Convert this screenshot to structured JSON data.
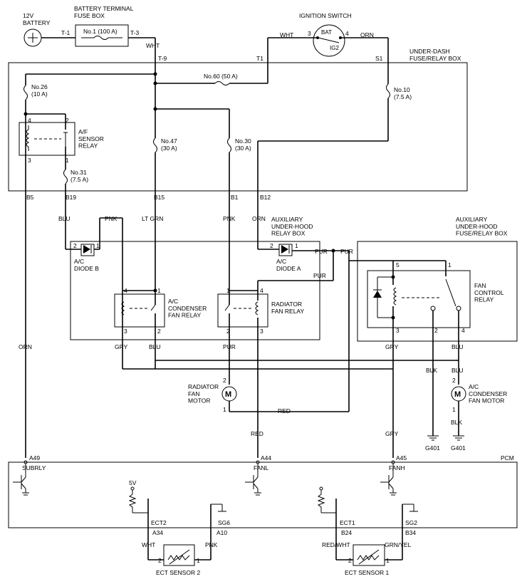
{
  "supply": {
    "battery": "12V\nBATTERY",
    "fusebox_title": "BATTERY TERMINAL\nFUSE BOX",
    "fuse1": "No.1 (100 A)",
    "t1": "T-1",
    "t3": "T-3",
    "wht_a": "WHT",
    "t9": "T-9",
    "ignition_title": "IGNITION SWITCH",
    "wht_b": "WHT",
    "pin3": "3",
    "bat": "BAT",
    "ig2": "IG2",
    "pin4": "4",
    "orn_top": "ORN",
    "tt1": "T1",
    "s1": "S1"
  },
  "underdash": {
    "title": "UNDER-DASH\nFUSE/RELAY BOX",
    "fuse60": "No.60 (50 A)",
    "fuse26": "No.26\n(10 A)",
    "fuse10": "No.10\n(7.5 A)",
    "fuse47": "No.47\n(30 A)",
    "fuse30": "No.30\n(30 A)",
    "fuse31": "No.31\n(7.5 A)",
    "af_relay": "A/F\nSENSOR\nRELAY",
    "af_p4": "4",
    "af_p2": "2",
    "af_p3": "3",
    "af_p1": "1",
    "b5": "B5",
    "b19": "B19",
    "b15": "B15",
    "b1": "B1",
    "b12": "B12"
  },
  "wires": {
    "blu": "BLU",
    "pnk": "PNK",
    "ltgrn": "LT GRN",
    "pnk2": "PNK",
    "orn": "ORN",
    "orn_left": "ORN",
    "pur1": "PUR",
    "pur2": "PUR",
    "pur3": "PUR",
    "gry1": "GRY",
    "blu2": "BLU",
    "pur4": "PUR",
    "gry2": "GRY",
    "blu3": "BLU",
    "red1": "RED",
    "red2": "RED",
    "gry3": "GRY",
    "blk1": "BLK",
    "blu4": "BLU",
    "blk2": "BLK"
  },
  "aux_underhood": {
    "title": "AUXILIARY\nUNDER-HOOD\nRELAY BOX",
    "diode_b": "A/C\nDIODE B",
    "diode_a": "A/C\nDIODE A",
    "db_p2": "2",
    "db_p1": "1",
    "da_p2": "2",
    "da_p1": "1",
    "cond_relay": "A/C\nCONDENSER\nFAN RELAY",
    "rad_relay": "RADIATOR\nFAN RELAY",
    "cr_p4": "4",
    "cr_p1": "1",
    "cr_p3": "3",
    "cr_p2": "2",
    "rr_p1": "1",
    "rr_p4": "4",
    "rr_p2": "2",
    "rr_p3": "3"
  },
  "aux_fusebox": {
    "title": "AUXILIARY\nUNDER-HOOD\nFUSE/RELAY BOX",
    "fan_relay": "FAN\nCONTROL\nRELAY",
    "p5": "5",
    "p1": "1",
    "p3": "3",
    "p2": "2",
    "p4": "4"
  },
  "motors": {
    "radiator": "RADIATOR\nFAN\nMOTOR",
    "rad_p2": "2",
    "rad_p1": "1",
    "condenser": "A/C\nCONDENSER\nFAN MOTOR",
    "cond_p2": "2",
    "cond_p1": "1",
    "g401a": "G401",
    "g401b": "G401"
  },
  "pcm": {
    "title": "PCM",
    "a49": "A49",
    "subrly": "SUBRLY",
    "a44": "A44",
    "fanl": "FANL",
    "a45": "A45",
    "fanh": "FANH",
    "v5": "5V",
    "ect2": "ECT2",
    "a34": "A34",
    "sg6": "SG6",
    "a10": "A10",
    "ect1": "ECT1",
    "b24": "B24",
    "sg2": "SG2",
    "b34": "B34"
  },
  "sensors": {
    "ect2_label": "ECT SENSOR 2",
    "ect2_wht": "WHT",
    "ect2_pnk": "PNK",
    "ect2_p2": "2",
    "ect2_p1": "1",
    "ect1_label": "ECT SENSOR 1",
    "ect1_redwht": "RED/WHT",
    "ect1_grnyel": "GRN/YEL",
    "ect1_p2": "2",
    "ect1_p1": "1"
  }
}
